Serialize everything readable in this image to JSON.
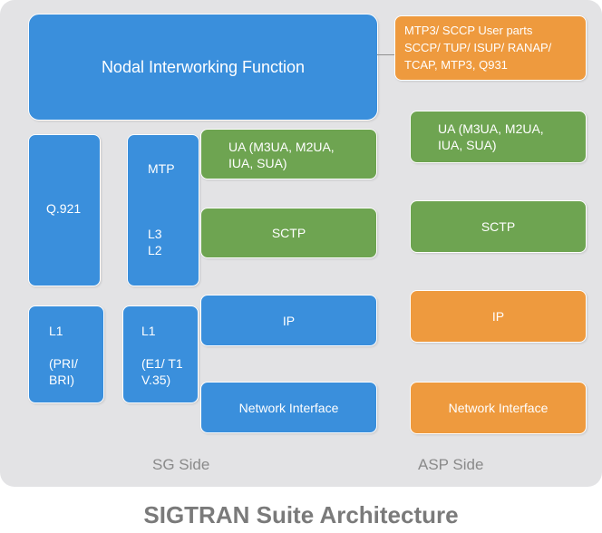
{
  "nif": "Nodal Interworking Function",
  "user_parts": "MTP3/ SCCP User parts\nSCCP/ TUP/ ISUP/ RANAP/\nTCAP, MTP3, Q931",
  "sg": {
    "q921": "Q.921",
    "mtp_top": "MTP",
    "mtp_bottom": "L3\nL2",
    "ua": "UA (M3UA, M2UA,\nIUA, SUA)",
    "sctp": "SCTP",
    "l1_pri": "L1\n\n(PRI/\nBRI)",
    "l1_e1": "L1\n\n(E1/ T1\nV.35)",
    "ip": "IP",
    "network_interface": "Network Interface"
  },
  "asp": {
    "ua": "UA (M3UA, M2UA,\nIUA, SUA)",
    "sctp": "SCTP",
    "ip": "IP",
    "network_interface": "Network Interface"
  },
  "labels": {
    "sg_side": "SG Side",
    "asp_side": "ASP Side"
  },
  "title": "SIGTRAN Suite Architecture",
  "colors": {
    "blue": "#3a8fdc",
    "green": "#6ea451",
    "orange": "#ee9a3e",
    "panel": "#e3e3e5"
  }
}
